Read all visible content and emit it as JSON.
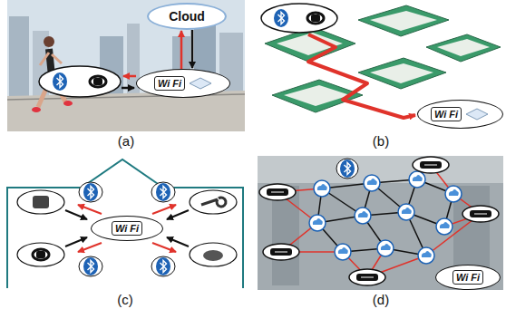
{
  "diagram": {
    "nodes": [
      {
        "text": [
          "Cloud"
        ]
      },
      {
        "text": [
          "Wi Fi"
        ]
      },
      {
        "text": [
          "Wi Fi"
        ]
      },
      {
        "text": [
          "Wi Fi"
        ]
      },
      {
        "text": [
          "Wi Fi"
        ]
      }
    ],
    "edges": [
      {
        "from": 1,
        "to": 0,
        "arrow": "to"
      },
      {
        "from": 0,
        "to": 1,
        "arrow": "to"
      }
    ],
    "labels": [
      "(a)",
      "(b)",
      "(c)",
      "(d)"
    ]
  }
}
